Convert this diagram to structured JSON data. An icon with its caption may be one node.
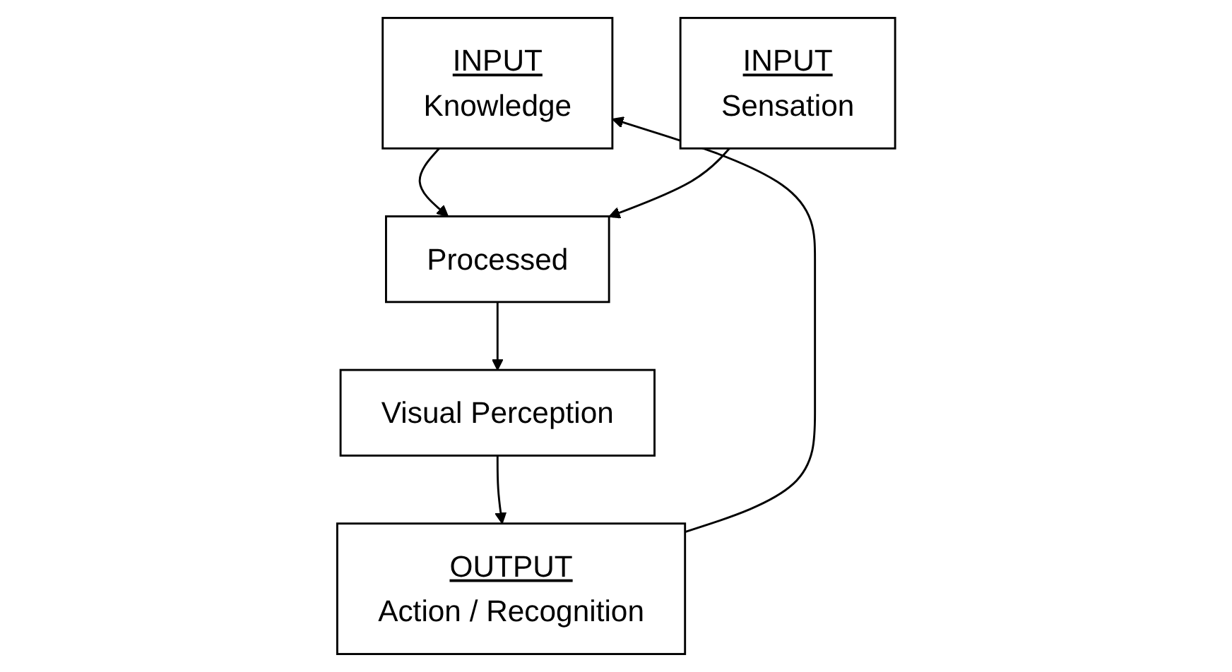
{
  "diagram": {
    "nodes": [
      {
        "text": [
          "INPUT",
          "Knowledge"
        ]
      },
      {
        "text": [
          "Processed"
        ]
      },
      {
        "text": [
          "INPUT",
          "Sensation"
        ]
      },
      {
        "text": [
          "Visual Perception"
        ]
      },
      {
        "text": [
          "OUTPUT",
          "Action / Recognition"
        ]
      }
    ],
    "edges": [
      {
        "from": 0,
        "to": 1,
        "arrow": "to"
      },
      {
        "from": 2,
        "to": 1,
        "arrow": "to"
      },
      {
        "from": 1,
        "to": 3,
        "arrow": "to"
      },
      {
        "from": 3,
        "to": 4,
        "arrow": "to"
      },
      {
        "from": 4,
        "to": 0,
        "arrow": "to"
      }
    ]
  }
}
